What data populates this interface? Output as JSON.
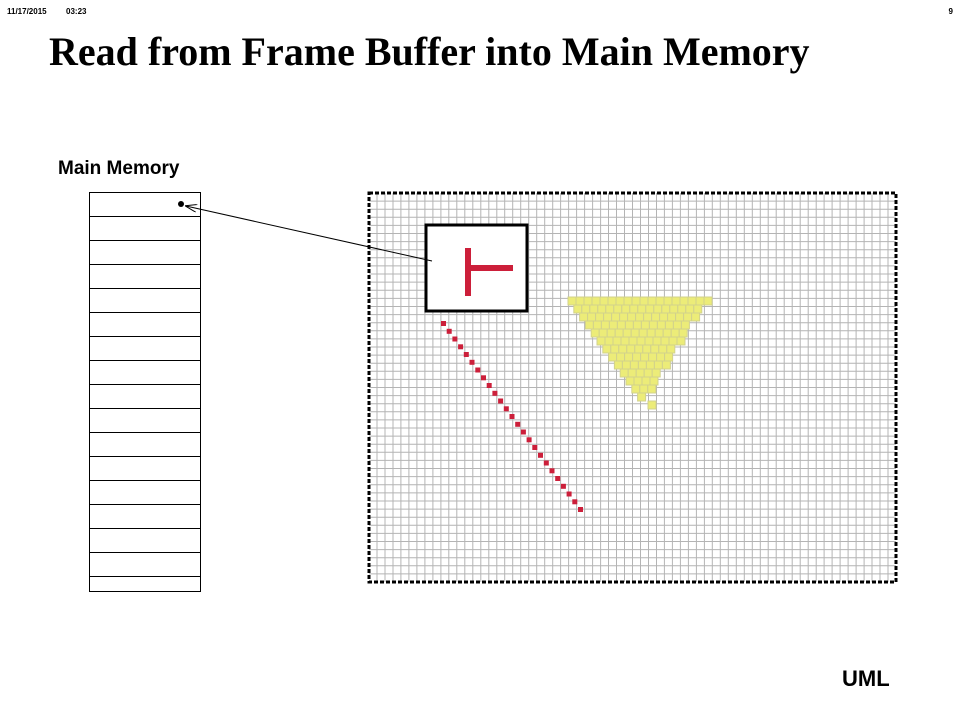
{
  "header": {
    "date": "11/17/2015",
    "time": "03:23",
    "page_number": "9"
  },
  "slide": {
    "title": "Read from Frame Buffer into Main Memory",
    "footer": "UML"
  },
  "main_memory": {
    "label": "Main Memory",
    "cell_count": 16
  },
  "frame_buffer": {
    "grid_columns": 66,
    "grid_rows": 48
  },
  "colors": {
    "grid_line": "#b4b4b4",
    "border": "#000000",
    "red": "#cc1f3a",
    "yellow": "#ecec78",
    "yellow_edge": "#d2d28c"
  }
}
